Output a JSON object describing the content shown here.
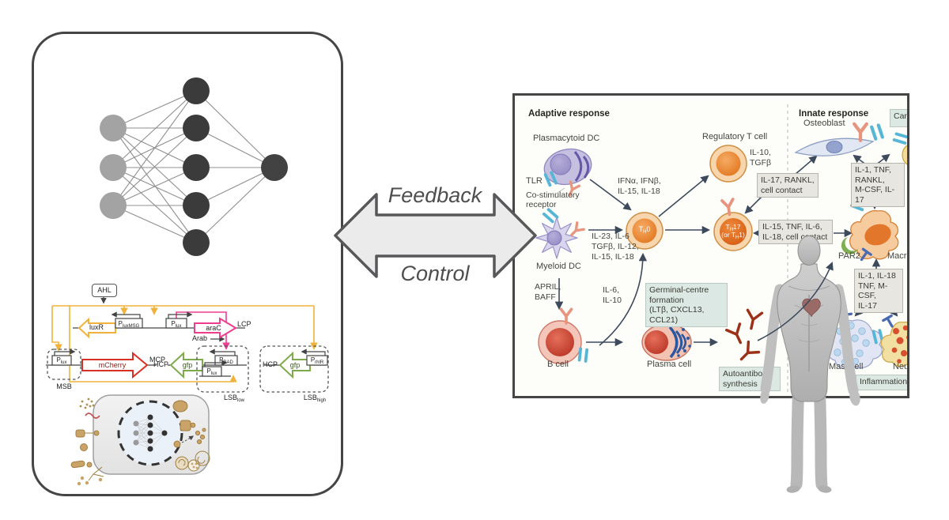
{
  "center_arrow": {
    "top_label": "Feedback",
    "bottom_label": "Control"
  },
  "left_panel": {
    "circuit": {
      "ahl": "AHL",
      "luxr": "luxR",
      "p_luxmsg": {
        "p": "P",
        "sub": "luxMSG"
      },
      "p_lux_top": {
        "p": "P",
        "sub": "lux"
      },
      "arac": "araC",
      "lcp": "LCP",
      "arab": "Arab",
      "msb": {
        "p_lux": {
          "p": "P",
          "sub": "lux"
        },
        "gene": "mCherry",
        "product": "MCP",
        "tag": "MSB"
      },
      "lsb_low": {
        "hcp": "HCP",
        "gene": "gfp",
        "p_bad": {
          "p": "P",
          "sub": "BAD"
        },
        "p_lux": {
          "p": "P",
          "sub": "lux"
        },
        "tag": {
          "p": "LSB",
          "sub": "low"
        }
      },
      "lsb_high": {
        "hcp": "HCP",
        "gene": "gfp",
        "p_rhlr": {
          "p": "P",
          "sub": "rhlR"
        },
        "tag": {
          "p": "LSB",
          "sub": "high"
        }
      }
    }
  },
  "right_panel": {
    "headers": {
      "adaptive": "Adaptive response",
      "innate": "Innate response"
    },
    "cell_labels": {
      "plasmacytoid_dc": "Plasmacytoid DC",
      "tlr": "TLR",
      "co_stimulatory": [
        "Co-stimulatory",
        "receptor"
      ],
      "myeloid_dc": "Myeloid DC",
      "b_cell": "B cell",
      "plasma_cell": "Plasma cell",
      "regulatory_t_cell": "Regulatory T cell",
      "osteoblast": "Osteoblast",
      "par2": "PAR2",
      "macrophage": "Macrophage",
      "mast_cell": "Mast cell",
      "neutrophil": "Neutrophil",
      "cartilage": "Cartilage"
    },
    "t_cells": {
      "th0": {
        "pre": "T",
        "sub": "H",
        "post": "0"
      },
      "th17_l1": {
        "pre": "T",
        "sub": "H",
        "post": "17"
      },
      "th17_l2": {
        "pre": "(or T",
        "sub": "H",
        "post": "1)"
      }
    },
    "cytokine_labels": {
      "ifn": [
        "IFNα, IFNβ,",
        "IL-15, IL-18"
      ],
      "il23": [
        "IL-23, IL-6",
        "TGFβ, IL-12,",
        "IL-15, IL-18"
      ],
      "april_baff": [
        "APRIL,",
        "BAFF"
      ],
      "il6_il10": [
        "IL-6,",
        "IL-10"
      ],
      "il10_tgfb": [
        "IL-10,",
        "TGFβ"
      ]
    },
    "boxes": {
      "il17_rankl": [
        "IL-17, RANKL,",
        "cell contact"
      ],
      "il15_tnf": [
        "IL-15, TNF, IL-6,",
        "IL-18, cell contact"
      ],
      "il1_tnf_rankl": [
        "IL-1, TNF,",
        "RANKL,",
        "M-CSF, IL-17"
      ],
      "il1_il18": [
        "IL-1, IL-18",
        "TNF, M-CSF,",
        "IL-17"
      ],
      "germinal_centre": [
        "Germinal-centre",
        "formation",
        "(LTβ, CXCL13, CCL21)"
      ],
      "autoantibody": [
        "Autoantibody",
        "synthesis"
      ],
      "inflammation": "Inflammation"
    }
  }
}
